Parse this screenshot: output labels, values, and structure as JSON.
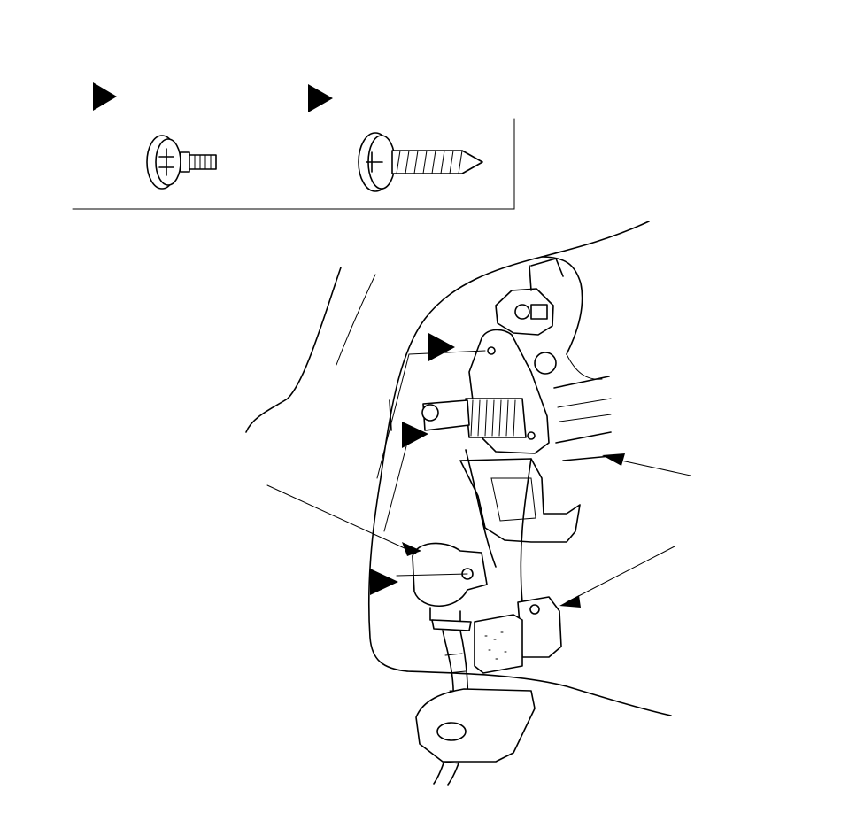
{
  "figure": {
    "kind": "exploded-assembly-diagram",
    "fastener_legend": [
      {
        "marker": "triangle-marker",
        "icon": "flange-bolt-icon"
      },
      {
        "marker": "triangle-marker",
        "icon": "tapping-screw-icon"
      }
    ],
    "leader_lines": 3,
    "location_markers": 4,
    "colors": {
      "line": "#000000",
      "background": "#ffffff"
    }
  }
}
